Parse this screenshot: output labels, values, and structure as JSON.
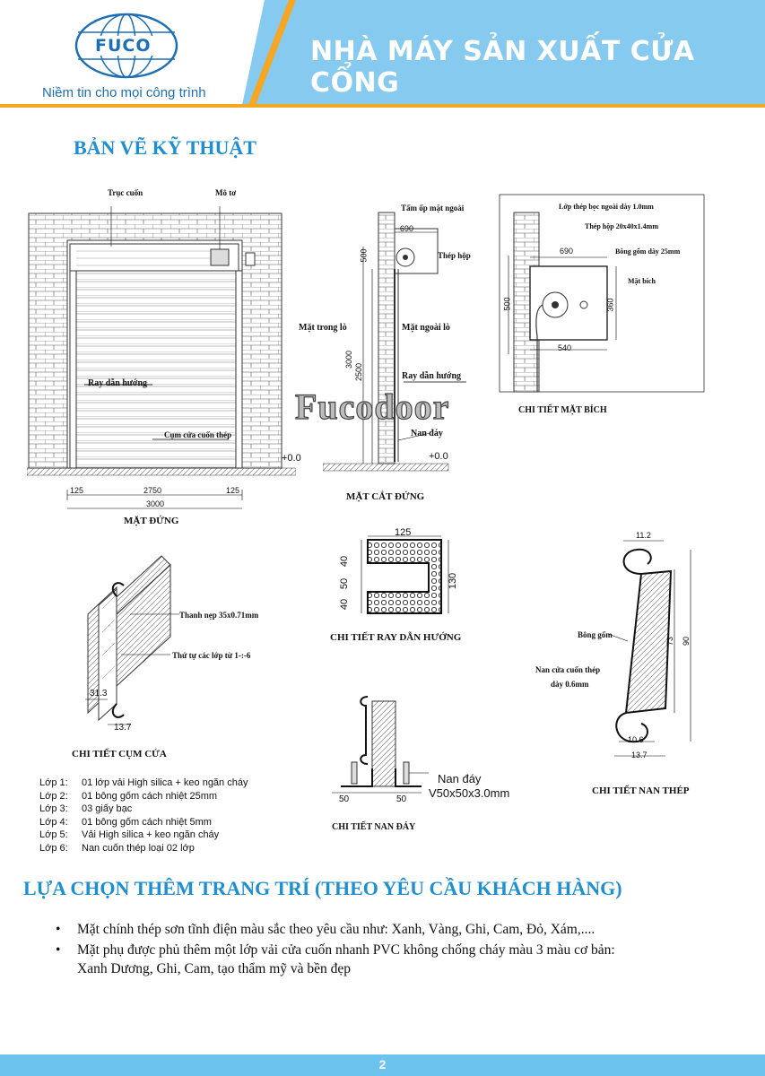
{
  "header": {
    "logo_text": "FUCO",
    "tagline": "Niềm tin cho mọi công trình",
    "title": "NHÀ MÁY SẢN XUẤT CỬA CỔNG",
    "colors": {
      "brand_blue": "#1d6fb5",
      "header_bg": "#86cbef",
      "accent_orange": "#f5a623"
    }
  },
  "section1": {
    "title": "BẢN VẼ KỸ THUẬT"
  },
  "elevation": {
    "label_truc_cuon": "Trục cuốn",
    "label_mo_to": "Mô tơ",
    "label_ray": "Ray dẫn hướng",
    "label_cum_cua": "Cụm cửa cuốn thép",
    "level": "+0.0",
    "dim_left": "125",
    "dim_mid": "2750",
    "dim_right": "125",
    "dim_total": "3000",
    "caption": "MẶT ĐỨNG"
  },
  "section_view": {
    "label_tam_op": "Tấm ốp mặt ngoài",
    "dim_690": "690",
    "label_thep_hop": "Thép hộp",
    "dim_500": "500",
    "label_mat_trong": "Mặt trong lò",
    "label_mat_ngoai": "Mặt ngoài lò",
    "dim_3000": "3000",
    "dim_2500": "2500",
    "label_ray": "Ray dẫn hướng",
    "label_nan_day": "Nan đáy",
    "level": "+0.0",
    "caption": "MẶT CẮT ĐỨNG"
  },
  "flange": {
    "label_lop_thep": "Lớp thép bọc ngoài dày 1.0mm",
    "label_thep_hop": "Thép hộp 20x40x1.4mm",
    "dim_690": "690",
    "label_bong_gom": "Bông gốm dày 25mm",
    "label_mat_bich": "Mặt bích",
    "dim_500": "500",
    "dim_360": "360",
    "dim_540": "540",
    "caption": "CHI TIẾT MẶT BÍCH"
  },
  "watermark": "Fucodoor",
  "guide_rail": {
    "dim_125": "125",
    "dim_40a": "40",
    "dim_50": "50",
    "dim_40b": "40",
    "dim_130": "130",
    "caption": "CHI TIẾT RAY DẪN HƯỚNG"
  },
  "slat": {
    "dim_11_2": "11.2",
    "label_bong_gom": "Bông gốm",
    "label_nan": "Nan cửa cuốn thép",
    "label_day": "dày 0.6mm",
    "dim_73": "73",
    "dim_90": "90",
    "dim_10_6": "10.6",
    "dim_13_7": "13.7",
    "caption": "CHI TIẾT NAN THÉP"
  },
  "assembly": {
    "label_thanh_nep": "Thanh nẹp 35x0.71mm",
    "label_thu_tu": "Thứ tự các lớp từ 1-:-6",
    "dim_31_3": "31.3",
    "dim_13_7": "13.7",
    "caption": "CHI TIẾT CỤM CỬA"
  },
  "bottom_slat": {
    "label_nan_day": "Nan đáy",
    "label_spec": "V50x50x3.0mm",
    "dim_50a": "50",
    "dim_50b": "50",
    "caption": "CHI TIẾT NAN ĐÁY"
  },
  "layers": [
    {
      "key": "Lớp 1:",
      "text": "01 lớp vải High silica + keo ngăn cháy"
    },
    {
      "key": "Lớp 2:",
      "text": "01 bông gốm cách nhiệt 25mm"
    },
    {
      "key": "Lớp 3:",
      "text": "03 giấy bạc"
    },
    {
      "key": "Lớp 4:",
      "text": "01 bông gốm cách nhiệt 5mm"
    },
    {
      "key": "Lớp 5:",
      "text": "Vải High silica + keo ngăn cháy"
    },
    {
      "key": "Lớp 6:",
      "text": "Nan cuốn thép loại 02 lớp"
    }
  ],
  "section2": {
    "title": "LỰA CHỌN THÊM TRANG TRÍ (THEO YÊU CẦU KHÁCH HÀNG)",
    "bullets": [
      "Mặt chính thép sơn tĩnh điện màu sắc theo yêu cầu như: Xanh, Vàng, Ghi, Cam, Đỏ, Xám,....",
      "Mặt phụ được phủ thêm một lớp vải cửa cuốn nhanh PVC không chống cháy màu 3 màu cơ bản: Xanh Dương, Ghi, Cam, tạo thẩm mỹ và bền đẹp"
    ]
  },
  "footer": {
    "page_number": "2"
  }
}
